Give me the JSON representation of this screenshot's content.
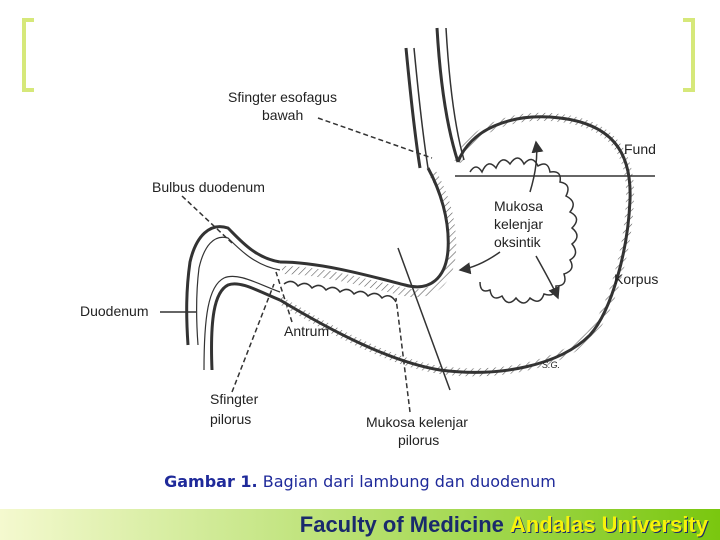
{
  "colors": {
    "bracket": "#d6e87a",
    "caption_text": "#1f2a9a",
    "footer_text": "#1a2a6c",
    "footer_highlight": "#f7f20a",
    "footer_gradient_start": "#f4f9cf",
    "footer_gradient_end": "#7ac70f",
    "line": "#333333"
  },
  "labels": {
    "sfingter_esofagus_1": "Sfingter esofagus",
    "sfingter_esofagus_2": "bawah",
    "fundus": "Fund",
    "bulbus": "Bulbus duodenum",
    "mukosa_oks_1": "Mukosa",
    "mukosa_oks_2": "kelenjar",
    "mukosa_oks_3": "oksintik",
    "korpus": "Korpus",
    "duodenum": "Duodenum",
    "antrum": "Antrum",
    "sfingter_pilorus_1": "Sfingter",
    "sfingter_pilorus_2": "pilorus",
    "mukosa_pil_1": "Mukosa kelenjar",
    "mukosa_pil_2": "pilorus",
    "signature": "S.G."
  },
  "caption": {
    "prefix": "Gambar 1.",
    "text": "Bagian dari lambung dan duodenum"
  },
  "footer": {
    "part1": "Faculty of Medicine",
    "part2": "Andalas University"
  }
}
